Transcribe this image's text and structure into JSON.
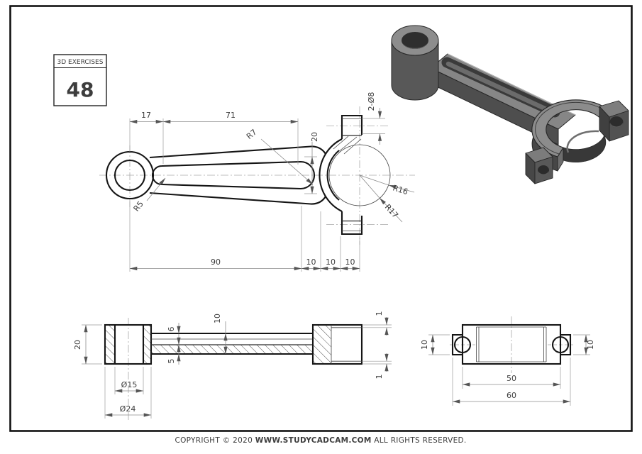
{
  "title_block": {
    "series_label": "3D EXERCISES",
    "exercise_number": "48"
  },
  "footer": {
    "prefix": "COPYRIGHT © 2020 ",
    "site": "WWW.STUDYCADCAM.COM",
    "suffix": " ALL RIGHTS RESERVED."
  },
  "top_view": {
    "d17": "17",
    "d71": "71",
    "d20": "20",
    "holes_note": "2-Ø8",
    "r7": "R7",
    "r5": "R5",
    "r16": "R16",
    "r17": "R17",
    "d90": "90",
    "d10_1": "10",
    "d10_2": "10",
    "d10_3": "10"
  },
  "front_view": {
    "d20": "20",
    "dia15": "Ø15",
    "dia24": "Ø24",
    "d6": "6",
    "d5": "5",
    "d10": "10",
    "d1_top": "1",
    "d1_bottom": "1"
  },
  "side_view": {
    "d10_left": "10",
    "d10_right": "10",
    "d50": "50",
    "d60": "60"
  },
  "colors": {
    "outline": "#151515",
    "dimension_lines": "#8c8c8c",
    "dimension_text": "#3d3d3d",
    "centerline": "#a8a8a8",
    "model_dark": "#3a3a3a",
    "model_mid": "#585858",
    "model_light": "#8d8d8d",
    "paper": "#ffffff"
  }
}
